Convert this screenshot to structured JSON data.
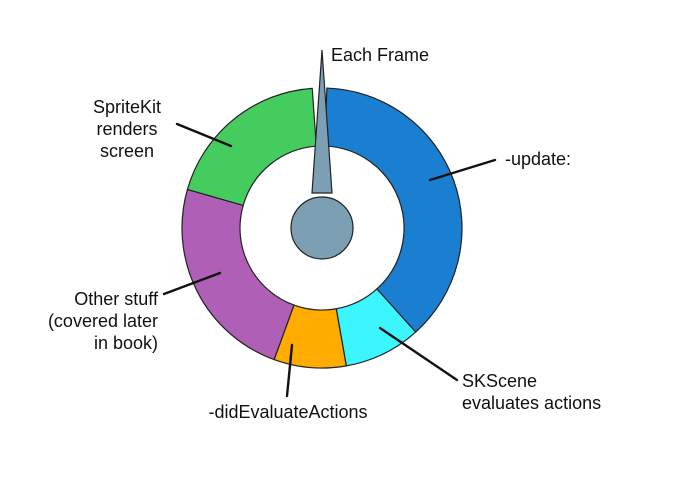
{
  "diagram": {
    "title": "Each Frame",
    "segments": [
      {
        "key": "update",
        "lines": [
          "-update:"
        ],
        "color": "#1a7fd0"
      },
      {
        "key": "evaluate",
        "lines": [
          "SKScene",
          "evaluates actions"
        ],
        "color": "#3cf6ff"
      },
      {
        "key": "did_evaluate",
        "lines": [
          "-didEvaluateActions"
        ],
        "color": "#ffab00"
      },
      {
        "key": "other",
        "lines": [
          "Other stuff",
          "(covered later",
          "in book)"
        ],
        "color": "#b05fb7"
      },
      {
        "key": "render",
        "lines": [
          "SpriteKit",
          "renders",
          "screen"
        ],
        "color": "#45cc5e"
      }
    ],
    "pointer_color": "#7d9fb3"
  }
}
